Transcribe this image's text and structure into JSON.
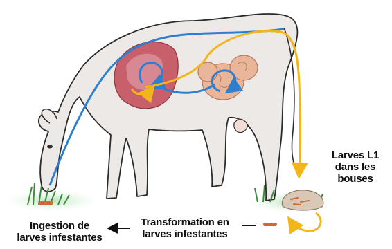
{
  "labels": {
    "larves_l1": {
      "line1": "Larves L1",
      "line2": "dans les bouses"
    },
    "transformation": {
      "line1": "Transformation en",
      "line2": "larves infestantes"
    },
    "ingestion": {
      "line1": "Ingestion de",
      "line2": "larves infestantes"
    }
  },
  "colors": {
    "cow_fill": "#ece9e6",
    "cow_outline": "#2b2b2b",
    "lung": "#c8606b",
    "lung_light": "#de9aa2",
    "intestine": "#e9b69a",
    "grass": "#3d8a3a",
    "ground": "#bfe6c2",
    "blue_path": "#2f7fd0",
    "yellow_path": "#f2b51a",
    "dung": "#d9c8b5",
    "larva": "#c96b3a"
  }
}
